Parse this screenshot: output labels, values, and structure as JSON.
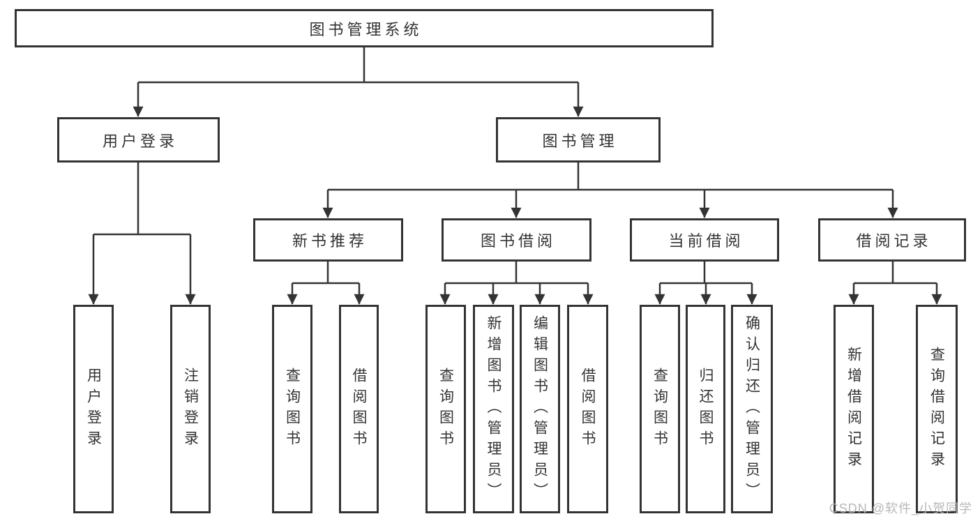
{
  "tree": {
    "root": "图书管理系统",
    "children": [
      {
        "label": "用户登录",
        "children": [
          "用户登录",
          "注销登录"
        ]
      },
      {
        "label": "图书管理",
        "children": [
          {
            "label": "新书推荐",
            "children": [
              "查询图书",
              "借阅图书"
            ]
          },
          {
            "label": "图书借阅",
            "children": [
              "查询图书",
              "新增图书（管理员）",
              "编辑图书（管理员）",
              "借阅图书"
            ]
          },
          {
            "label": "当前借阅",
            "children": [
              "查询图书",
              "归还图书",
              "确认归还（管理员）"
            ]
          },
          {
            "label": "借阅记录",
            "children": [
              "新增借阅记录",
              "查询借阅记录"
            ]
          }
        ]
      }
    ]
  },
  "watermark": {
    "text": "CSDN @软件_小贺同学"
  },
  "colors": {
    "line": "#333333",
    "text": "#333333",
    "box_fill": "#ffffff",
    "background": "#ffffff",
    "watermark": "#b8b8b8"
  }
}
